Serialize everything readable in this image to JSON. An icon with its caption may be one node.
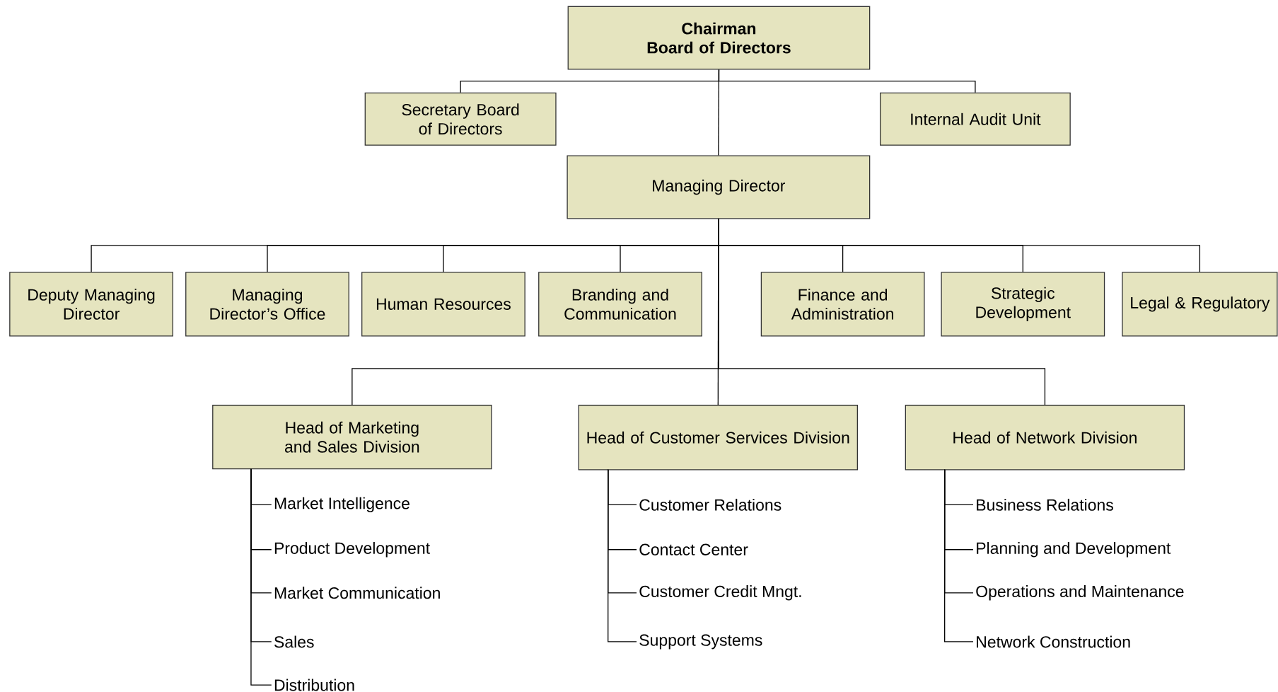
{
  "diagram": {
    "nodes": [
      {
        "text": [
          "Chairman",
          "Board of Directors"
        ]
      },
      {
        "text": [
          "Secretary Board of Directors"
        ]
      },
      {
        "text": [
          "Internal Audit Unit"
        ]
      },
      {
        "text": [
          "Managing Director"
        ]
      },
      {
        "text": [
          "Deputy Managing Director"
        ]
      },
      {
        "text": [
          "Managing Director’s Office"
        ]
      },
      {
        "text": [
          "Human Resources"
        ]
      },
      {
        "text": [
          "Branding and Communication"
        ]
      },
      {
        "text": [
          "Finance and Administration"
        ]
      },
      {
        "text": [
          "Strategic Development"
        ]
      },
      {
        "text": [
          "Legal & Regulatory"
        ]
      },
      {
        "text": [
          "Head of Marketing and Sales Division"
        ]
      },
      {
        "text": [
          "Head of Customer Services Division"
        ]
      },
      {
        "text": [
          "Head of Network Division"
        ]
      },
      {
        "text": [
          "Market Intelligence"
        ]
      },
      {
        "text": [
          "Product Development"
        ]
      },
      {
        "text": [
          "Market Communication"
        ]
      },
      {
        "text": [
          "Sales"
        ]
      },
      {
        "text": [
          "Distribution"
        ]
      },
      {
        "text": [
          "Customer Relations"
        ]
      },
      {
        "text": [
          "Contact Center"
        ]
      },
      {
        "text": [
          "Customer Credit Mngt."
        ]
      },
      {
        "text": [
          "Support Systems"
        ]
      },
      {
        "text": [
          "Business Relations"
        ]
      },
      {
        "text": [
          "Planning and Development"
        ]
      },
      {
        "text": [
          "Operations and Maintenance"
        ]
      },
      {
        "text": [
          "Network Construction"
        ]
      }
    ],
    "edges": [
      {
        "from": 0,
        "to": 1,
        "arrow": "none"
      },
      {
        "from": 0,
        "to": 2,
        "arrow": "none"
      },
      {
        "from": 0,
        "to": 3,
        "arrow": "none"
      },
      {
        "from": 3,
        "to": 4,
        "arrow": "none"
      },
      {
        "from": 3,
        "to": 5,
        "arrow": "none"
      },
      {
        "from": 3,
        "to": 6,
        "arrow": "none"
      },
      {
        "from": 3,
        "to": 7,
        "arrow": "none"
      },
      {
        "from": 3,
        "to": 8,
        "arrow": "none"
      },
      {
        "from": 3,
        "to": 9,
        "arrow": "none"
      },
      {
        "from": 3,
        "to": 10,
        "arrow": "none"
      },
      {
        "from": 3,
        "to": 11,
        "arrow": "none"
      },
      {
        "from": 3,
        "to": 12,
        "arrow": "none"
      },
      {
        "from": 3,
        "to": 13,
        "arrow": "none"
      },
      {
        "from": 11,
        "to": 14,
        "arrow": "none"
      },
      {
        "from": 11,
        "to": 15,
        "arrow": "none"
      },
      {
        "from": 11,
        "to": 16,
        "arrow": "none"
      },
      {
        "from": 11,
        "to": 17,
        "arrow": "none"
      },
      {
        "from": 11,
        "to": 18,
        "arrow": "none"
      },
      {
        "from": 12,
        "to": 19,
        "arrow": "none"
      },
      {
        "from": 12,
        "to": 20,
        "arrow": "none"
      },
      {
        "from": 12,
        "to": 21,
        "arrow": "none"
      },
      {
        "from": 12,
        "to": 22,
        "arrow": "none"
      },
      {
        "from": 13,
        "to": 23,
        "arrow": "none"
      },
      {
        "from": 13,
        "to": 24,
        "arrow": "none"
      },
      {
        "from": 13,
        "to": 25,
        "arrow": "none"
      },
      {
        "from": 13,
        "to": 26,
        "arrow": "none"
      }
    ]
  }
}
